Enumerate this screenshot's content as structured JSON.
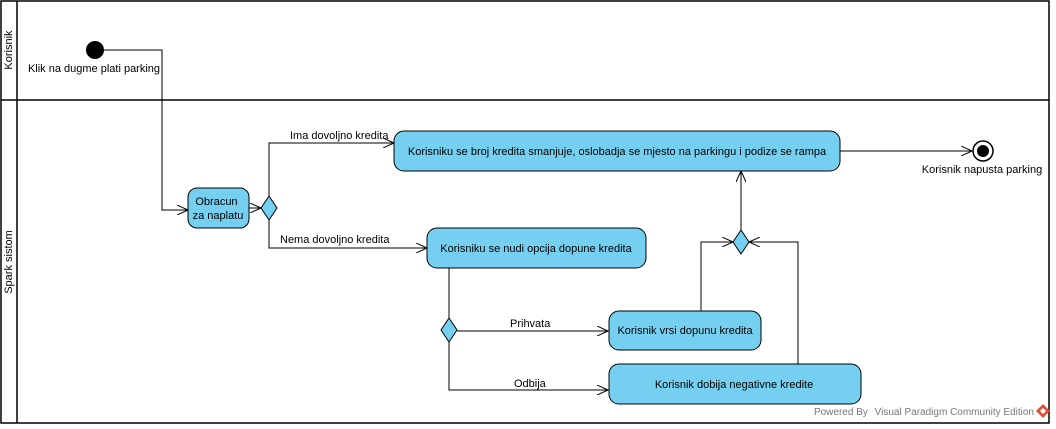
{
  "colors": {
    "action_fill": "#75CFF0",
    "stroke": "#000000",
    "background": "#FFFFFF",
    "footer_text": "#777777",
    "logo": "#E0533B"
  },
  "swimlanes": [
    {
      "id": "korisnik",
      "label": "Korisnik"
    },
    {
      "id": "sistem",
      "label": "Spark sistom"
    }
  ],
  "initial": {
    "label": "Klik na dugme plati parking"
  },
  "actions": [
    {
      "id": "obracun",
      "lines": [
        "Obracun",
        "za naplatu"
      ]
    },
    {
      "id": "smanjuje",
      "lines": [
        "Korisniku se broj kredita smanjuje, oslobadja se mjesto na parkingu i podize se rampa"
      ]
    },
    {
      "id": "opcija",
      "lines": [
        "Korisniku se nudi opcija dopune kredita"
      ]
    },
    {
      "id": "dopuna",
      "lines": [
        "Korisnik vrsi dopunu kredita"
      ]
    },
    {
      "id": "negativne",
      "lines": [
        "Korisnik dobija negativne kredite"
      ]
    }
  ],
  "final": {
    "label": "Korisnik napusta parking"
  },
  "guards": {
    "ima": "Ima dovoljno kredita",
    "nema": "Nema dovoljno kredita",
    "prihvata": "Prihvata",
    "odbija": "Odbija"
  },
  "footer": {
    "powered": "Powered By",
    "product": "Visual Paradigm Community Edition",
    "logo_icon": "visual-paradigm-logo-icon"
  }
}
